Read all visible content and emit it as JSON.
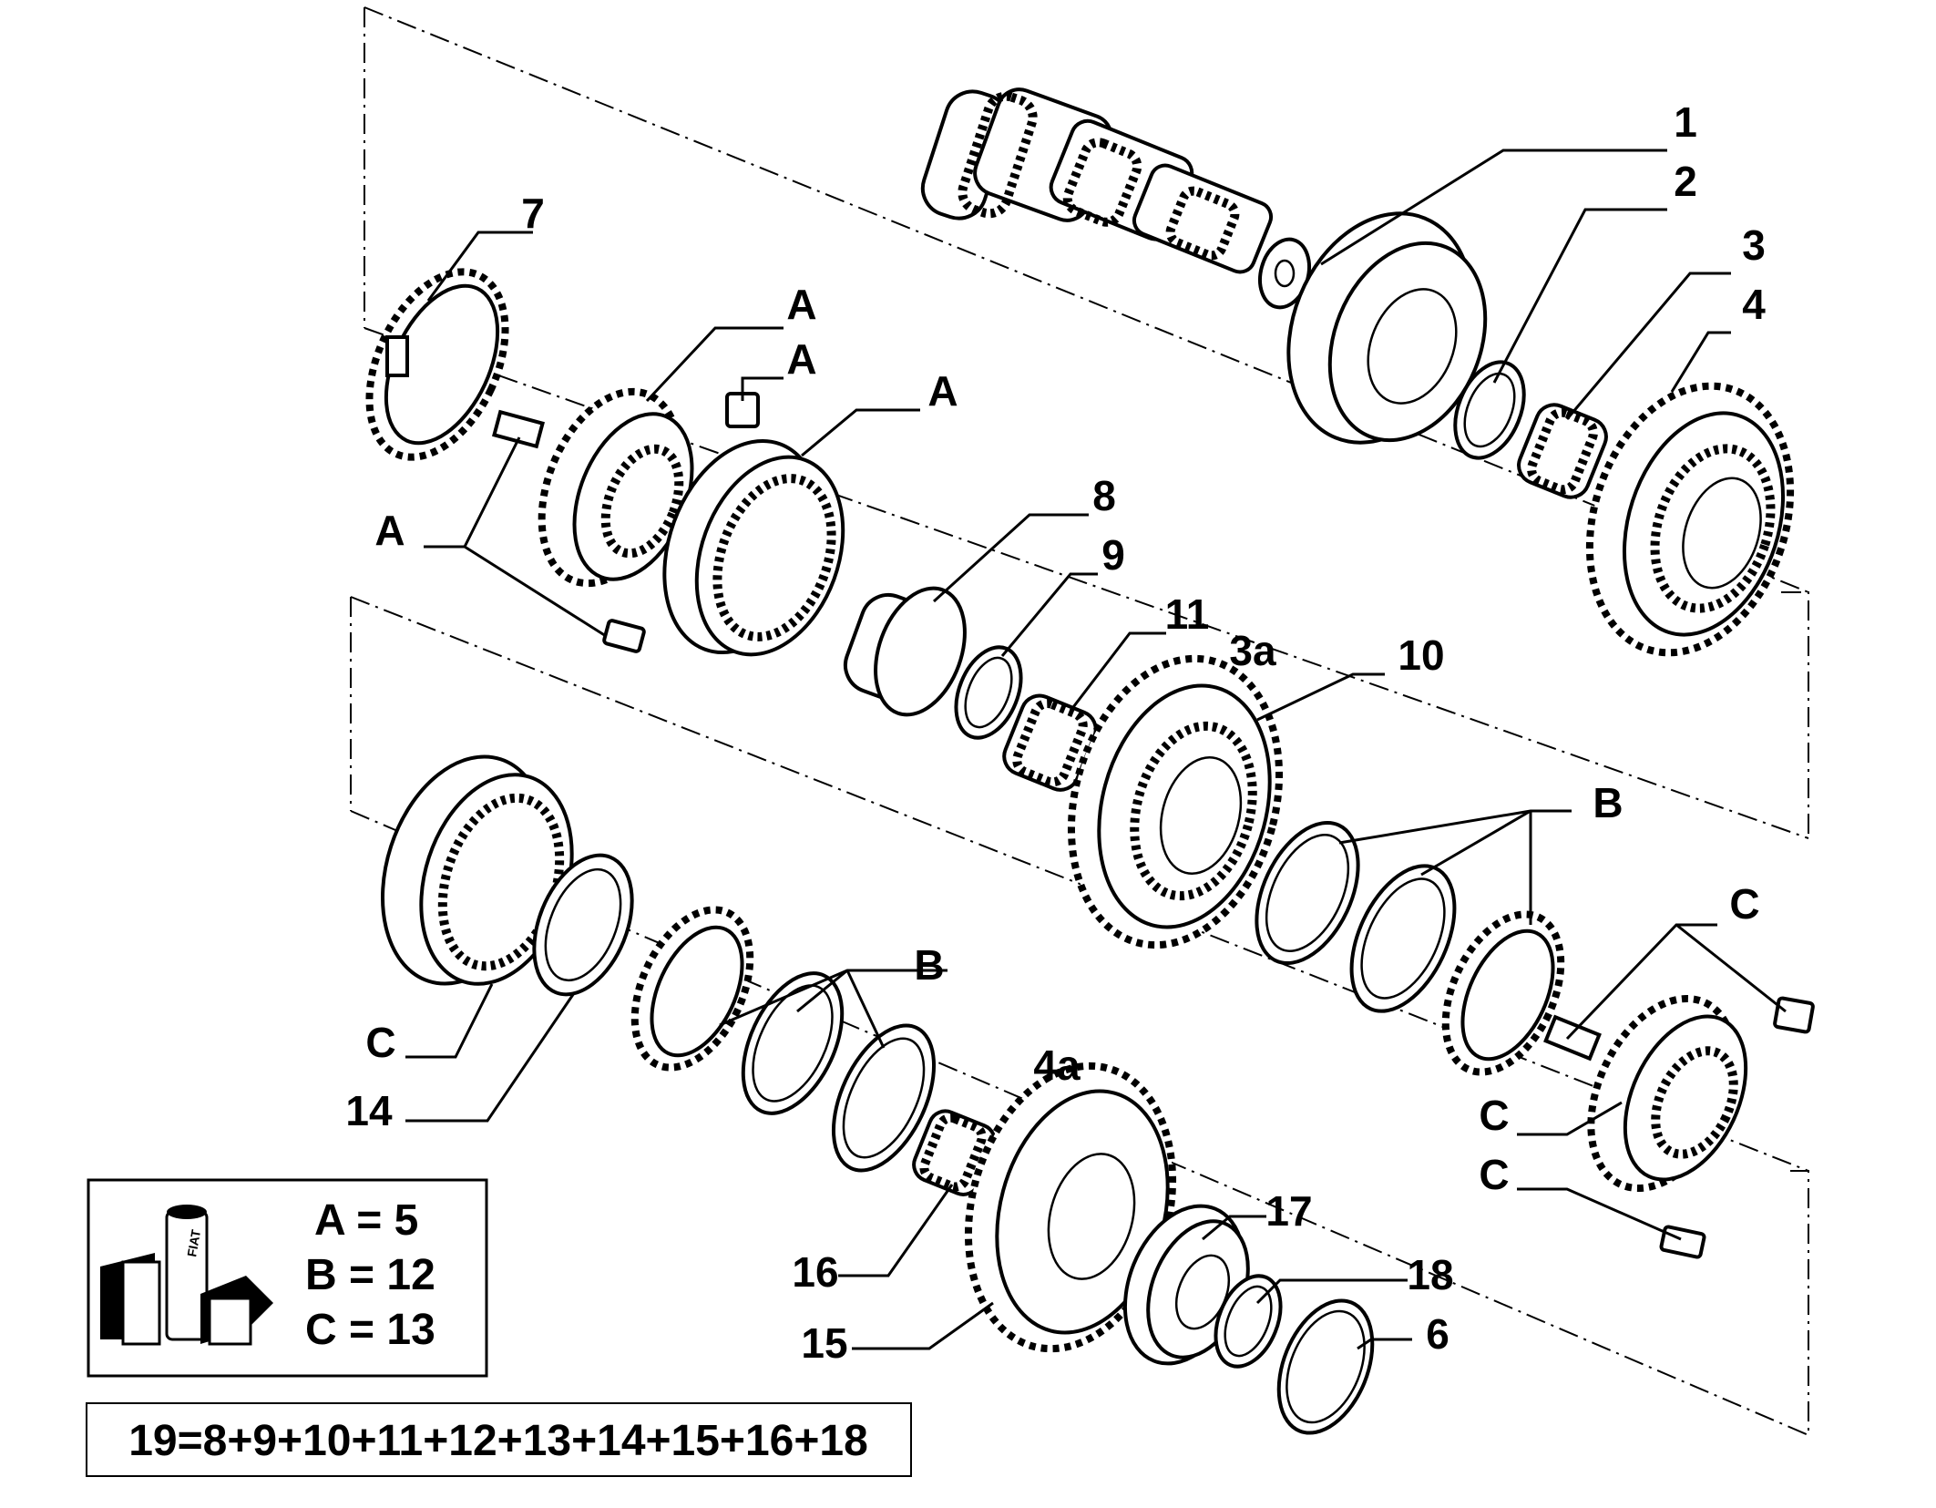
{
  "callouts": {
    "c1": "1",
    "c2": "2",
    "c3": "3",
    "c4": "4",
    "c7": "7",
    "cA1": "A",
    "cA2": "A",
    "cA3": "A",
    "cA4": "A",
    "c8": "8",
    "c9": "9",
    "c11": "11",
    "c3a": "3a",
    "c10": "10",
    "cB1": "B",
    "cC1": "C",
    "cC2": "C",
    "cC3": "C",
    "cC4": "C",
    "c14": "14",
    "cB2": "B",
    "c4a": "4a",
    "c17": "17",
    "c16": "16",
    "c18": "18",
    "c15": "15",
    "c6": "6"
  },
  "legend": {
    "a": "A = 5",
    "b": "B = 12",
    "c": "C = 13",
    "logo_text": "FIAT"
  },
  "formula": "19=8+9+10+11+12+13+14+15+16+18"
}
